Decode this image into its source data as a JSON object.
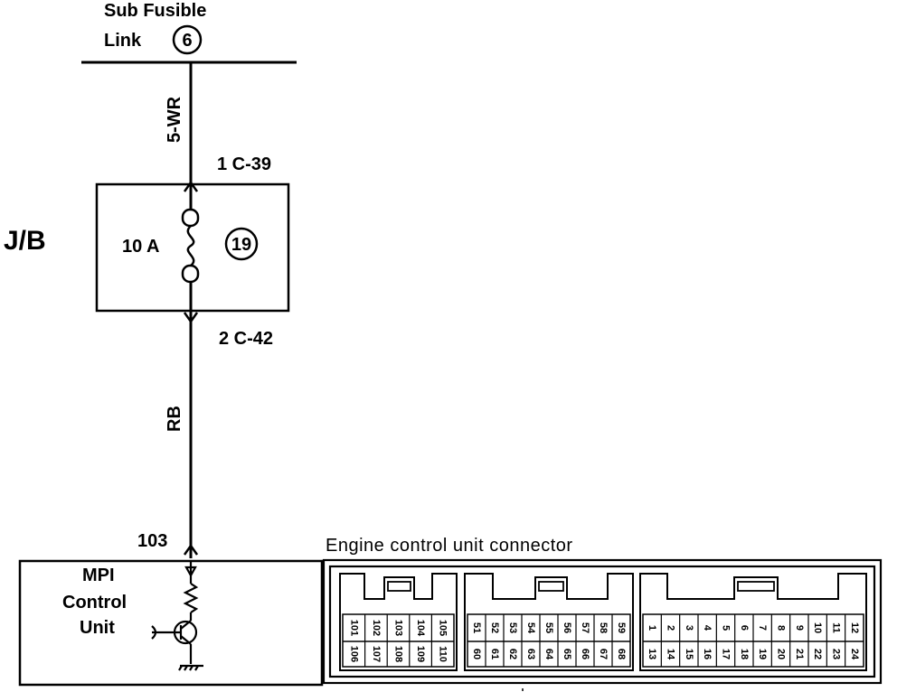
{
  "sub_fusible_link": {
    "line1": "Sub Fusible",
    "line2": "Link",
    "number": "6"
  },
  "wire_top": "5-WR",
  "terminal_top": "1  C-39",
  "jb": {
    "label": "J/B",
    "fuse_rating": "10 A",
    "fuse_number": "19"
  },
  "terminal_bottom": "2  C-42",
  "wire_bottom": "RB",
  "terminal_ecu": "103",
  "ecu": {
    "line1": "MPI",
    "line2": "Control",
    "line3": "Unit"
  },
  "connector": {
    "title": "Engine  control  unit  connector",
    "group_a": {
      "top": [
        "101",
        "102",
        "103",
        "104",
        "105"
      ],
      "bottom": [
        "106",
        "107",
        "108",
        "109",
        "110"
      ]
    },
    "group_b": {
      "top": [
        "51",
        "52",
        "53",
        "54",
        "55",
        "56",
        "57",
        "58",
        "59"
      ],
      "bottom": [
        "60",
        "61",
        "62",
        "63",
        "64",
        "65",
        "66",
        "67",
        "68"
      ]
    },
    "group_c": {
      "top": [
        "1",
        "2",
        "3",
        "4",
        "5",
        "6",
        "7",
        "8",
        "9",
        "10",
        "11",
        "12"
      ],
      "bottom": [
        "13",
        "14",
        "15",
        "16",
        "17",
        "18",
        "19",
        "20",
        "21",
        "22",
        "23",
        "24"
      ]
    }
  }
}
